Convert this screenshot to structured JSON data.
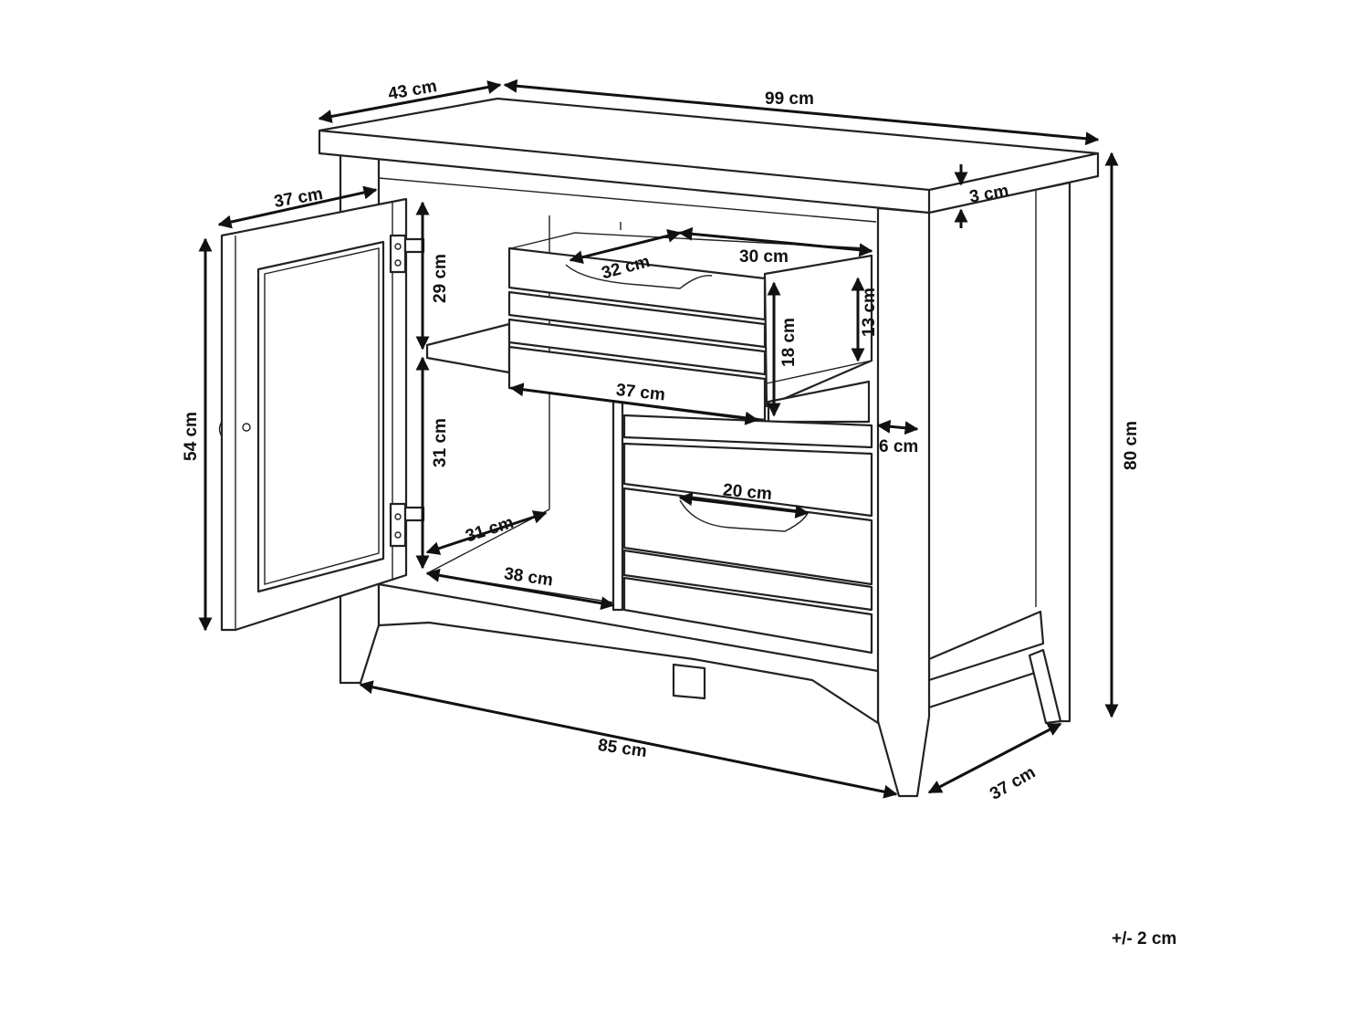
{
  "dimensions": {
    "top_depth": "43 cm",
    "top_width": "99 cm",
    "top_thickness": "3 cm",
    "total_height": "80 cm",
    "door_width": "37 cm",
    "door_height": "54 cm",
    "upper_compartment_height": "29 cm",
    "lower_compartment_height": "31 cm",
    "shelf_depth": "31 cm",
    "shelf_width": "38 cm",
    "drawer_depth": "32 cm",
    "drawer_inner_width": "30 cm",
    "drawer_inner_height": "13 cm",
    "drawer_front_height": "18 cm",
    "drawer_front_width": "37 cm",
    "side_thickness": "6 cm",
    "handle_width": "20 cm",
    "base_width": "85 cm",
    "base_depth": "37 cm"
  },
  "tolerance": "+/- 2 cm"
}
